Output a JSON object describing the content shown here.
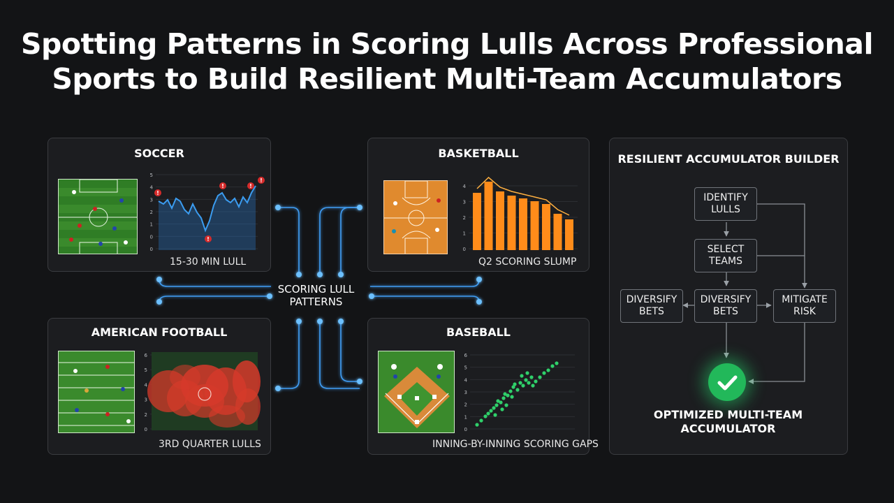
{
  "title": "Spotting Patterns in Scoring Lulls Across Professional Sports to Build Resilient Multi-Team Accumulators",
  "hub_label": "SCORING LULL PATTERNS",
  "colors": {
    "background": "#131416",
    "connector": "#4aa8ff",
    "soccer_line": "#3b9cf0",
    "basketball_bar": "#ff8c1a",
    "football_heat": "#d63a2a",
    "baseball_dot": "#2fd06a",
    "check": "#22b85a"
  },
  "panels": {
    "soccer": {
      "title": "SOCCER",
      "caption": "15-30 MIN LULL",
      "y_ticks": [
        "5",
        "4",
        "3",
        "2",
        "1",
        "0",
        "0"
      ],
      "marker_glyph": "!"
    },
    "basketball": {
      "title": "BASKETBALL",
      "caption": "Q2 SCORING SLUMP",
      "y_ticks": [
        "4",
        "3",
        "2",
        "1",
        "0"
      ]
    },
    "football": {
      "title": "AMERICAN FOOTBALL",
      "caption": "3RD QUARTER LULLS",
      "y_ticks": [
        "6",
        "5",
        "4",
        "3",
        "2",
        "0"
      ]
    },
    "baseball": {
      "title": "BASEBALL",
      "caption": "INNING-BY-INNING SCORING GAPS",
      "y_ticks": [
        "6",
        "5",
        "4",
        "3",
        "2",
        "1",
        "0"
      ]
    }
  },
  "builder": {
    "title": "RESILIENT ACCUMULATOR BUILDER",
    "nodes": {
      "identify": "IDENTIFY LULLS",
      "select": "SELECT TEAMS",
      "diversify_left": "DIVERSIFY BETS",
      "diversify_center": "DIVERSIFY BETS",
      "mitigate": "MITIGATE RISK"
    },
    "result": "OPTIMIZED MULTI-TEAM ACCUMULATOR",
    "result_icon": "check-icon"
  }
}
